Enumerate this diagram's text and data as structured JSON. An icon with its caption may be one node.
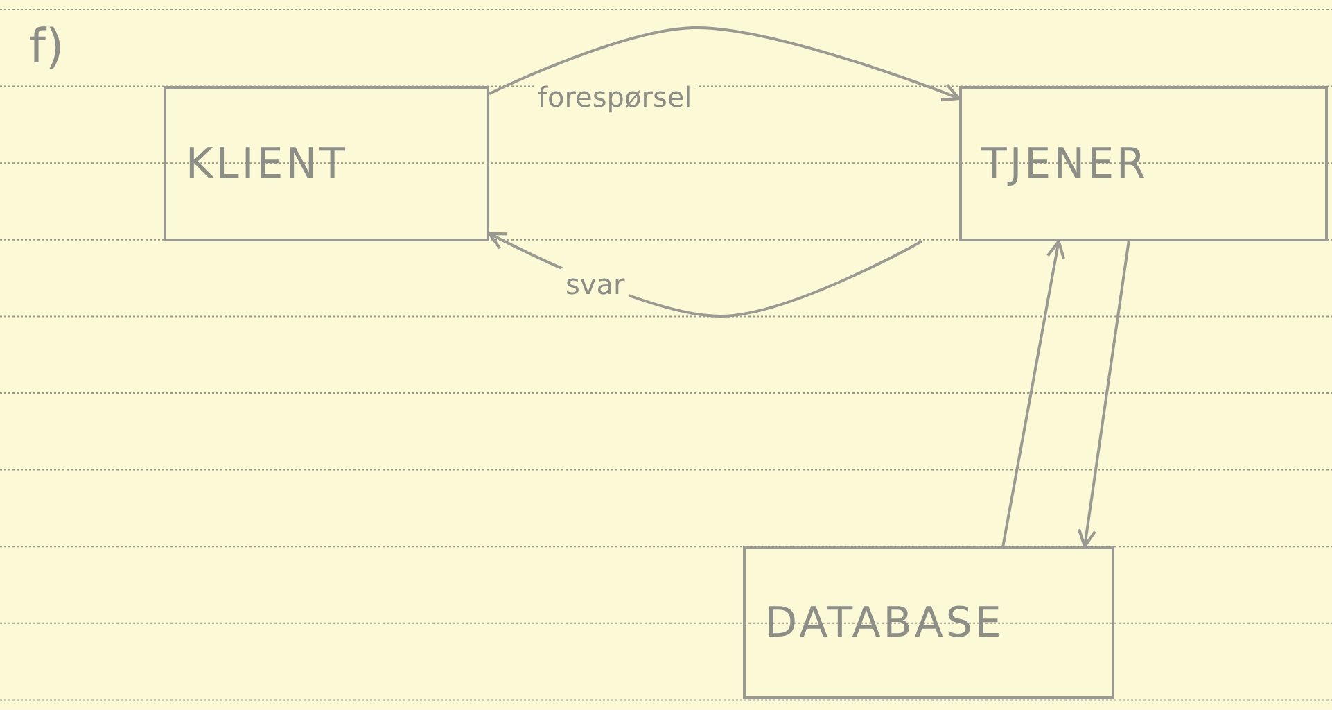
{
  "diagram": {
    "nodes": [
      {
        "text": [
          "KLIENT"
        ]
      },
      {
        "text": [
          "TJENER"
        ]
      },
      {
        "text": [
          "DATABASE"
        ]
      }
    ],
    "edges": [
      {
        "from": 0,
        "to": 1,
        "arrow": "to",
        "label": "forespørsel"
      },
      {
        "from": 1,
        "to": 0,
        "arrow": "to",
        "label": "svar"
      },
      {
        "from": 2,
        "to": 1,
        "arrow": "to"
      },
      {
        "from": 1,
        "to": 2,
        "arrow": "to"
      }
    ],
    "labels": [
      "f)"
    ]
  }
}
